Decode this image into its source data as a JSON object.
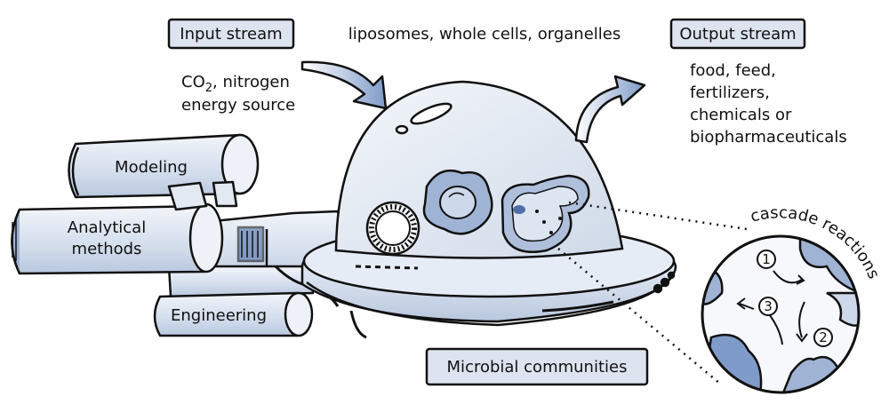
{
  "labels": {
    "input_stream": "Input stream",
    "output_stream": "Output stream",
    "containers": "liposomes, whole cells, organelles",
    "inputs": {
      "line1_prefix": "CO",
      "line1_sub": "2",
      "line1_suffix": ", nitrogen",
      "line2": "energy source"
    },
    "outputs": [
      "food, feed,",
      "fertilizers,",
      "chemicals or",
      "biopharmaceuticals"
    ],
    "modeling": "Modeling",
    "analytical_line1": "Analytical",
    "analytical_line2": "methods",
    "engineering": "Engineering",
    "microbial": "Microbial communities",
    "cascade": "cascade reactions",
    "steps": [
      "1",
      "2",
      "3"
    ]
  },
  "colors": {
    "ink": "#111111",
    "tag_fill": "#dde4ef",
    "dome": "#e8edf5",
    "blue": "#7f9bc9",
    "dark_blue": "#4f6fa6"
  }
}
